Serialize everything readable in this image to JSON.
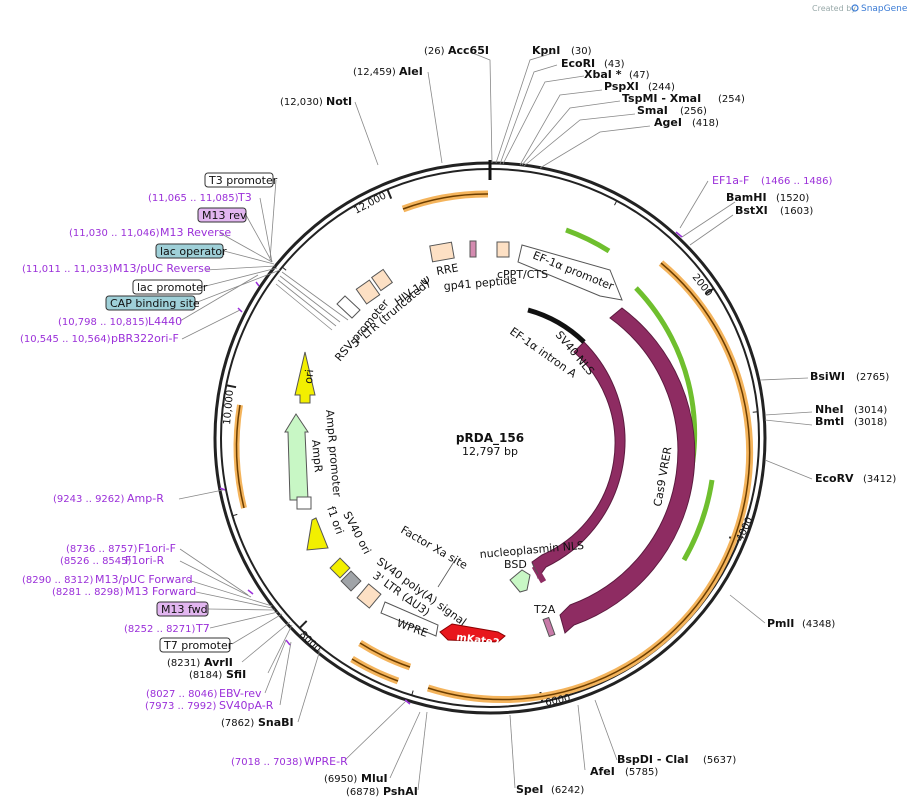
{
  "credit": {
    "prefix": "Created by",
    "brand": "SnapGene"
  },
  "plasmid": {
    "name": "pRDA_156",
    "length_label": "12,797 bp"
  },
  "tick_labels": [
    "2000",
    "4000",
    "6000",
    "8000",
    "10,000",
    "12,000"
  ],
  "restriction_sites": [
    {
      "name": "Acc65I",
      "pos": "(26)"
    },
    {
      "name": "KpnI",
      "pos": "(30)"
    },
    {
      "name": "EcoRI",
      "pos": "(43)"
    },
    {
      "name": "XbaI *",
      "pos": "(47)"
    },
    {
      "name": "PspXI",
      "pos": "(244)"
    },
    {
      "name": "TspMI  - XmaI",
      "pos": "(254)"
    },
    {
      "name": "SmaI",
      "pos": "(256)"
    },
    {
      "name": "AgeI",
      "pos": "(418)"
    },
    {
      "name": "BamHI",
      "pos": "(1520)"
    },
    {
      "name": "BstXI",
      "pos": "(1603)"
    },
    {
      "name": "BsiWI",
      "pos": "(2765)"
    },
    {
      "name": "NheI",
      "pos": "(3014)"
    },
    {
      "name": "BmtI",
      "pos": "(3018)"
    },
    {
      "name": "EcoRV",
      "pos": "(3412)"
    },
    {
      "name": "PmlI",
      "pos": "(4348)"
    },
    {
      "name": "BspDI  - ClaI",
      "pos": "(5637)"
    },
    {
      "name": "AfeI",
      "pos": "(5785)"
    },
    {
      "name": "SpeI",
      "pos": "(6242)"
    },
    {
      "name": "PshAI",
      "pos": "(6878)"
    },
    {
      "name": "MluI",
      "pos": "(6950)"
    },
    {
      "name": "SnaBI",
      "pos": "(7862)"
    },
    {
      "name": "SfiI",
      "pos": "(8184)"
    },
    {
      "name": "AvrII",
      "pos": "(8231)"
    },
    {
      "name": "NotI",
      "pos": "(12,030)"
    },
    {
      "name": "AleI",
      "pos": "(12,459)"
    }
  ],
  "primers": [
    {
      "name": "EF1a-F",
      "pos": "(1466 .. 1486)"
    },
    {
      "name": "WPRE-R",
      "pos": "(7018 .. 7038)"
    },
    {
      "name": "SV40pA-R",
      "pos": "(7973 .. 7992)"
    },
    {
      "name": "EBV-rev",
      "pos": "(8027 .. 8046)"
    },
    {
      "name": "T7",
      "pos": "(8252 .. 8271)"
    },
    {
      "name": "M13 Forward",
      "pos": "(8281 .. 8298)"
    },
    {
      "name": "M13/pUC Forward",
      "pos": "(8290 .. 8312)"
    },
    {
      "name": "F1ori-R",
      "pos": "(8526 .. 8545)"
    },
    {
      "name": "F1ori-F",
      "pos": "(8736 .. 8757)"
    },
    {
      "name": "Amp-R",
      "pos": "(9243 .. 9262)"
    },
    {
      "name": "pBR322ori-F",
      "pos": "(10,545 .. 10,564)"
    },
    {
      "name": "L4440",
      "pos": "(10,798 .. 10,815)"
    },
    {
      "name": "M13/pUC Reverse",
      "pos": "(11,011 .. 11,033)"
    },
    {
      "name": "M13 Reverse",
      "pos": "(11,030 .. 11,046)"
    },
    {
      "name": "T3",
      "pos": "(11,065 .. 11,085)"
    }
  ],
  "boxed_labels": [
    {
      "name": "T3 promoter",
      "color": "#ffffff"
    },
    {
      "name": "M13 rev",
      "color": "#e2b6f0"
    },
    {
      "name": "lac operator",
      "color": "#9fd0d8"
    },
    {
      "name": "lac promoter",
      "color": "#ffffff"
    },
    {
      "name": "CAP binding site",
      "color": "#9fd0d8"
    },
    {
      "name": "M13 fwd",
      "color": "#e2b6f0"
    },
    {
      "name": "T7 promoter",
      "color": "#ffffff"
    }
  ],
  "features": [
    {
      "name": "EF-1α promoter"
    },
    {
      "name": "cPPT/CTS"
    },
    {
      "name": "gp41 peptide"
    },
    {
      "name": "RRE"
    },
    {
      "name": "HIV-1 Ψ"
    },
    {
      "name": "5' LTR (truncated)"
    },
    {
      "name": "RSV promoter"
    },
    {
      "name": "ori"
    },
    {
      "name": "AmpR promoter"
    },
    {
      "name": "AmpR"
    },
    {
      "name": "f1 ori"
    },
    {
      "name": "SV40 ori"
    },
    {
      "name": "SV40 poly(A) signal"
    },
    {
      "name": "3' LTR (ΔU3)"
    },
    {
      "name": "WPRE"
    },
    {
      "name": "mKate2"
    },
    {
      "name": "Factor Xa site"
    },
    {
      "name": "BSD"
    },
    {
      "name": "T2A"
    },
    {
      "name": "nucleoplasmin NLS"
    },
    {
      "name": "Cas9"
    },
    {
      "name": "Cas9 VRER"
    },
    {
      "name": "SV40 NLS"
    },
    {
      "name": "EF-1α intron A"
    }
  ],
  "colors": {
    "cas9": "#8e2c62",
    "ori": "#f2ef00",
    "ampr": "#c8f7c5",
    "mkate2": "#e8161c",
    "ltr_box": "#fde0c4",
    "orange_track": "#f4b45c",
    "green_track": "#6fbf2e",
    "primer": "#9b30d9"
  }
}
